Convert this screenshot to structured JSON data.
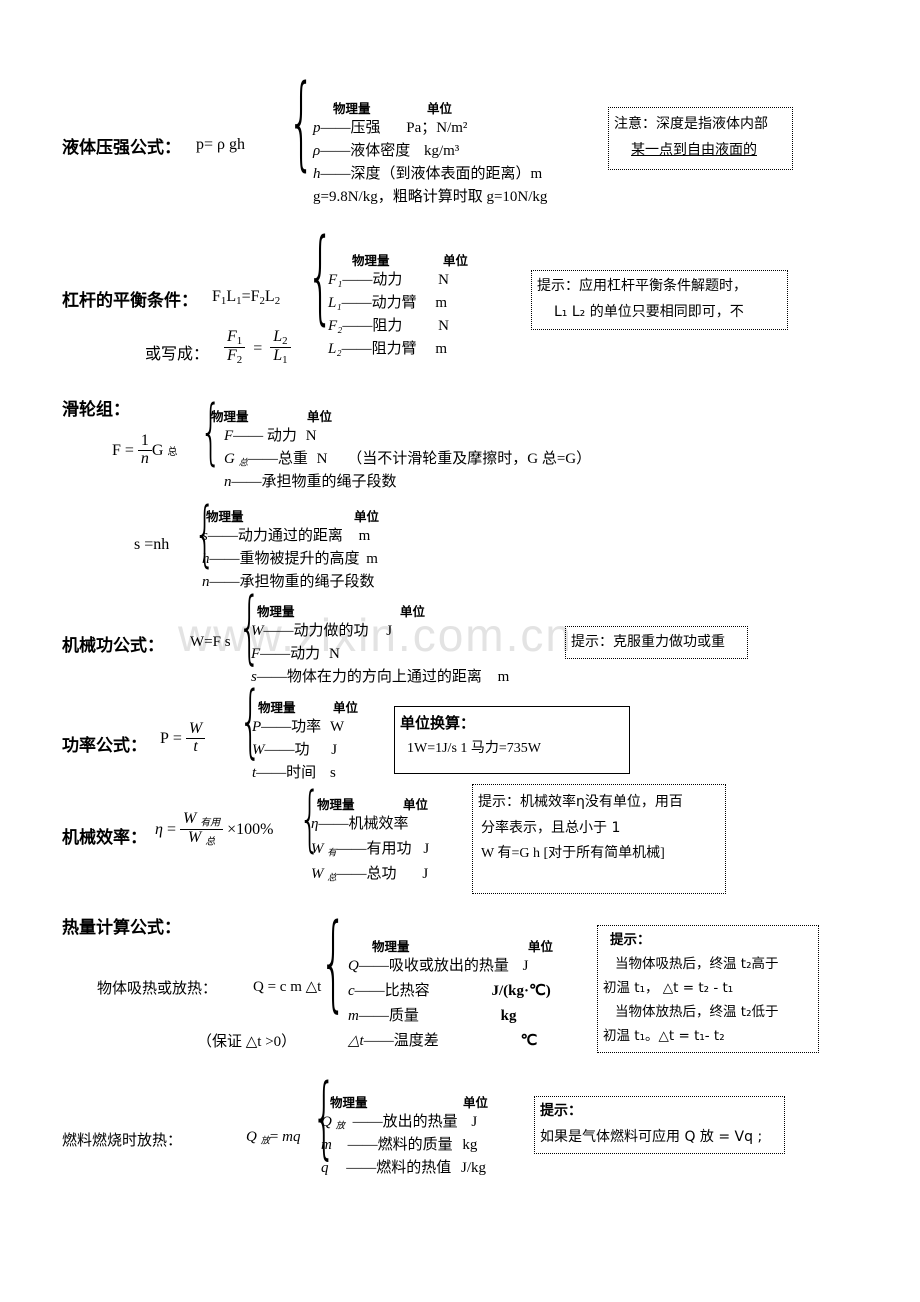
{
  "document": {
    "watermark": "www.zixin.com.cn",
    "col_headers": {
      "quantity": "物理量",
      "unit": "单位"
    }
  },
  "sections": [
    {
      "id": "liquid-pressure",
      "title": "液体压强公式：",
      "formula": "p= ρ gh",
      "items": [
        {
          "sym": "p",
          "desc": "——压强",
          "unit": "Pa；N/m²"
        },
        {
          "sym": "ρ",
          "desc": "——液体密度",
          "unit": "kg/m³"
        },
        {
          "sym": "h",
          "desc": "——深度（到液体表面的距离）m",
          "unit": ""
        }
      ],
      "extra": "g=9.8N/kg，粗略计算时取 g=10N/kg",
      "note": {
        "lines": [
          "注意：深度是指液体内部",
          "某一点到自由液面的"
        ]
      }
    },
    {
      "id": "lever-balance",
      "title": "杠杆的平衡条件：",
      "formula": "F₁L₁=F₂L₂",
      "formula2_label": "或写成：",
      "formula2": "F₁/F₂ = L₂/L₁",
      "items": [
        {
          "sym": "F₁",
          "desc": "——动力",
          "unit": "N"
        },
        {
          "sym": "L₁",
          "desc": "——动力臂",
          "unit": "m"
        },
        {
          "sym": "F₂",
          "desc": "——阻力",
          "unit": "N"
        },
        {
          "sym": "L₂",
          "desc": "——阻力臂",
          "unit": "m"
        }
      ],
      "note": {
        "lines": [
          "提示：应用杠杆平衡条件解题时，",
          "L₁ L₂ 的单位只要相同即可，不"
        ]
      }
    },
    {
      "id": "pulley-system",
      "title": "滑轮组：",
      "formula_a": "F = (1/n) G 总",
      "items_a": [
        {
          "sym": "F",
          "desc": "—— 动力",
          "unit": "N",
          "tail": ""
        },
        {
          "sym": "G 总",
          "desc": "——总重",
          "unit": "N",
          "tail": "（当不计滑轮重及摩擦时，G 总=G）"
        },
        {
          "sym": "n",
          "desc": "——承担物重的绳子段数",
          "unit": "",
          "tail": ""
        }
      ],
      "formula_b": "s =nh",
      "items_b": [
        {
          "sym": "s",
          "desc": "——动力通过的距离",
          "unit": "m"
        },
        {
          "sym": "h",
          "desc": "——重物被提升的高度",
          "unit": "m"
        },
        {
          "sym": "n",
          "desc": "——承担物重的绳子段数",
          "unit": ""
        }
      ]
    },
    {
      "id": "mechanical-work",
      "title": "机械功公式：",
      "formula": "W=F s",
      "items": [
        {
          "sym": "W",
          "desc": "——动力做的功",
          "unit": "J"
        },
        {
          "sym": "F",
          "desc": "——动力",
          "unit": "N"
        },
        {
          "sym": "s",
          "desc": "——物体在力的方向上通过的距离",
          "unit": "m"
        }
      ],
      "note": {
        "lines": [
          "提示：克服重力做功或重"
        ]
      }
    },
    {
      "id": "power-formula",
      "title": "功率公式：",
      "formula": "P = W/t",
      "items": [
        {
          "sym": "P",
          "desc": "——功率",
          "unit": "W"
        },
        {
          "sym": "W",
          "desc": "——功",
          "unit": "J"
        },
        {
          "sym": "t",
          "desc": "——时间",
          "unit": "s"
        }
      ],
      "note": {
        "title": "单位换算：",
        "lines": [
          "1W=1J/s        1 马力=735W"
        ]
      }
    },
    {
      "id": "mechanical-efficiency",
      "title": "机械效率：",
      "formula": "η = (W有用 / W总) × 100%",
      "items": [
        {
          "sym": "η",
          "desc": "——机械效率",
          "unit": ""
        },
        {
          "sym": "W 有",
          "desc": "——有用功",
          "unit": "J"
        },
        {
          "sym": "W 总",
          "desc": "——总功",
          "unit": "J"
        }
      ],
      "note": {
        "lines": [
          "提示：机械效率η没有单位，用百",
          "分率表示，且总小于 1",
          "W 有=G h [对于所有简单机械]"
        ]
      }
    },
    {
      "id": "heat-calculation",
      "title": "热量计算公式：",
      "subtitle": "物体吸热或放热：",
      "formula": "Q = c m △t",
      "condition": "（保证 △t >0）",
      "items": [
        {
          "sym": "Q",
          "desc": "——吸收或放出的热量",
          "unit": "J"
        },
        {
          "sym": "c",
          "desc": "——比热容",
          "unit": "J/(kg·℃)"
        },
        {
          "sym": "m",
          "desc": "——质量",
          "unit": "kg"
        },
        {
          "sym": "△t",
          "desc": "——温度差",
          "unit": "℃"
        }
      ],
      "note": {
        "title": "提示：",
        "lines": [
          "当物体吸热后，终温 t₂高于",
          "初温 t₁， △t = t₂ - t₁",
          "当物体放热后，终温 t₂低于",
          "初温 t₁。△t = t₁- t₂"
        ]
      }
    },
    {
      "id": "fuel-combustion",
      "title": "燃料燃烧时放热：",
      "formula": "Q放= mq",
      "items": [
        {
          "sym": "Q 放",
          "desc": "——放出的热量",
          "unit": "J"
        },
        {
          "sym": "m",
          "desc": "——燃料的质量",
          "unit": "kg"
        },
        {
          "sym": "q",
          "desc": "——燃料的热值",
          "unit": "J/kg"
        }
      ],
      "note": {
        "title": "提示：",
        "lines": [
          "如果是气体燃料可应用 Q 放 = Vq ;"
        ]
      }
    }
  ]
}
